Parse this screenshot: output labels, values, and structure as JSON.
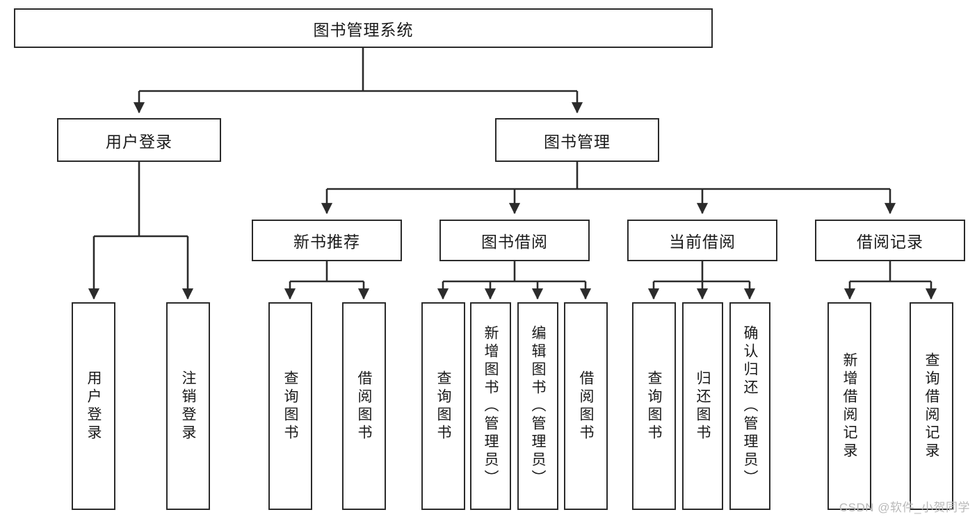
{
  "diagram": {
    "title": "图书管理系统",
    "watermark": "CSDN @软件_小贺同学",
    "stroke_color": "#2b2b2b",
    "background_color": "#ffffff",
    "levels": {
      "root": {
        "label": "图书管理系统"
      },
      "level2": [
        {
          "label": "用户登录"
        },
        {
          "label": "图书管理"
        }
      ],
      "level3": [
        {
          "label": "新书推荐"
        },
        {
          "label": "图书借阅"
        },
        {
          "label": "当前借阅"
        },
        {
          "label": "借阅记录"
        }
      ],
      "leaves": {
        "user_login": [
          {
            "label": "用户登录"
          },
          {
            "label": "注销登录"
          }
        ],
        "new_book": [
          {
            "label": "查询图书"
          },
          {
            "label": "借阅图书"
          }
        ],
        "book_borrow": [
          {
            "label": "查询图书"
          },
          {
            "label": "新增图书（管理员）"
          },
          {
            "label": "编辑图书（管理员）"
          },
          {
            "label": "借阅图书"
          }
        ],
        "current_borrow": [
          {
            "label": "查询图书"
          },
          {
            "label": "归还图书"
          },
          {
            "label": "确认归还（管理员）"
          }
        ],
        "borrow_record": [
          {
            "label": "新增借阅记录"
          },
          {
            "label": "查询借阅记录"
          }
        ]
      }
    }
  }
}
